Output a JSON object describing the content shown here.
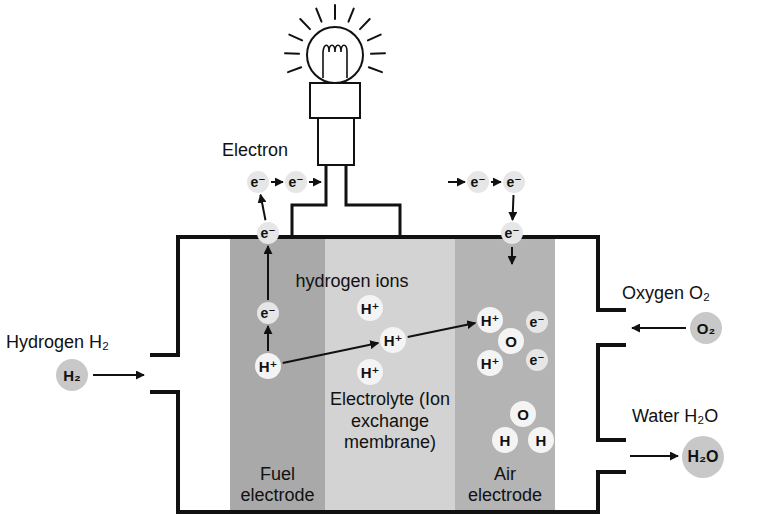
{
  "diagram": {
    "nodes": [
      {
        "text": [
          "Fuel electrode"
        ]
      },
      {
        "text": [
          "Electrolyte (Ion exchange membrane)"
        ]
      },
      {
        "text": [
          "Air electrode"
        ]
      },
      {
        "text": [
          "e⁻"
        ]
      },
      {
        "text": [
          "e⁻"
        ]
      },
      {
        "text": [
          "e⁻"
        ]
      },
      {
        "text": [
          "e⁻"
        ]
      },
      {
        "text": [
          "e⁻"
        ]
      },
      {
        "text": [
          "e⁻"
        ]
      },
      {
        "text": [
          "e⁻"
        ],
        "in": 0
      },
      {
        "text": [
          "H⁺"
        ],
        "in": 0
      },
      {
        "text": [
          "H⁺"
        ],
        "in": 1
      },
      {
        "text": [
          "H⁺"
        ],
        "in": 1
      },
      {
        "text": [
          "H⁺"
        ],
        "in": 1
      },
      {
        "text": [
          "H⁺"
        ],
        "in": 2
      },
      {
        "text": [
          "O"
        ],
        "in": 2
      },
      {
        "text": [
          "e⁻"
        ],
        "in": 2
      },
      {
        "text": [
          "H⁺"
        ],
        "in": 2
      },
      {
        "text": [
          "e⁻"
        ],
        "in": 2
      },
      {
        "text": [
          "O"
        ],
        "in": 2
      },
      {
        "text": [
          "H"
        ],
        "in": 2
      },
      {
        "text": [
          "H"
        ],
        "in": 2
      },
      {
        "text": [
          "H₂"
        ]
      },
      {
        "text": [
          "O₂"
        ]
      },
      {
        "text": [
          "H₂O"
        ]
      }
    ],
    "edges": [
      {
        "from": 10,
        "to": 9,
        "arrow": "to"
      },
      {
        "from": 9,
        "to": 5,
        "arrow": "to"
      },
      {
        "from": 5,
        "to": 3,
        "arrow": "to"
      },
      {
        "from": 3,
        "to": 4,
        "arrow": "to"
      },
      {
        "from": 6,
        "to": 7,
        "arrow": "to"
      },
      {
        "from": 7,
        "to": 8,
        "arrow": "to"
      },
      {
        "from": 10,
        "to": 12,
        "arrow": "to"
      },
      {
        "from": 12,
        "to": 14,
        "arrow": "to"
      }
    ],
    "labels": [
      "Electron",
      "hydrogen ions",
      "Hydrogen H₂",
      "Oxygen O₂",
      "Water H₂O"
    ]
  }
}
